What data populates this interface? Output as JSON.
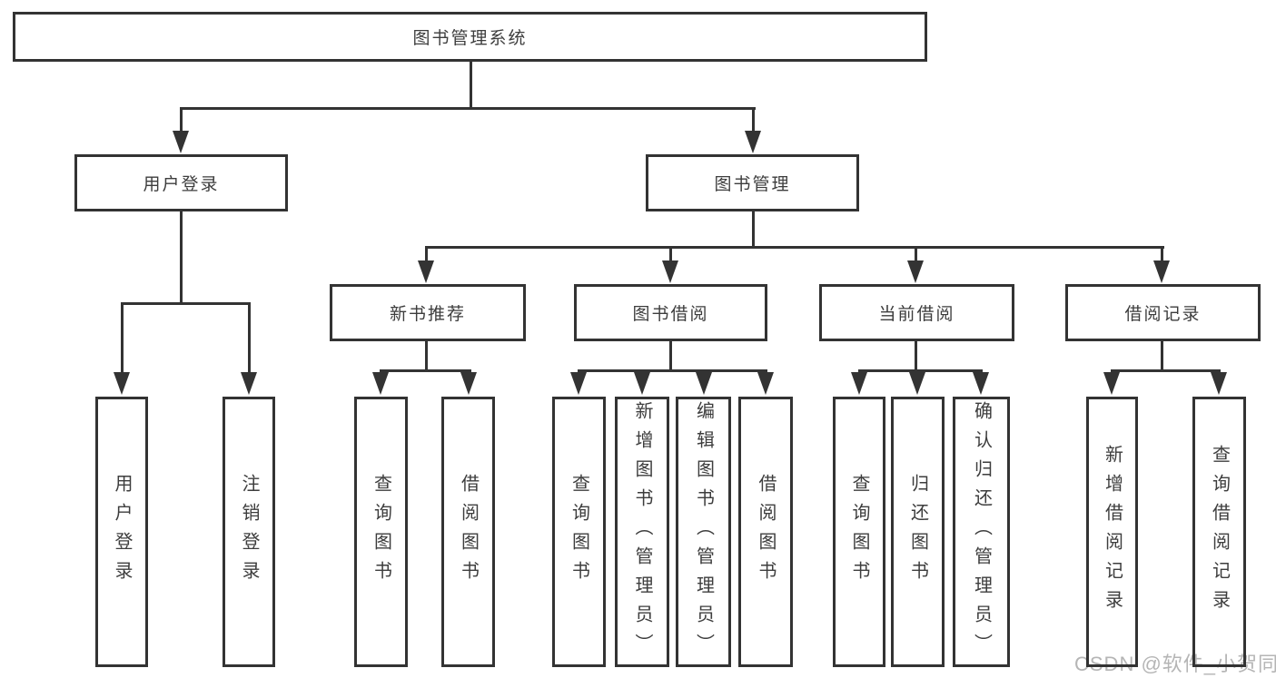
{
  "diagram": {
    "root": "图书管理系统",
    "branches": [
      {
        "label": "用户登录",
        "children": [
          "用户登录",
          "注销登录"
        ]
      },
      {
        "label": "图书管理",
        "children": [
          {
            "label": "新书推荐",
            "children": [
              "查询图书",
              "借阅图书"
            ]
          },
          {
            "label": "图书借阅",
            "children": [
              "查询图书",
              "新增图书（管理员）",
              "编辑图书（管理员）",
              "借阅图书"
            ]
          },
          {
            "label": "当前借阅",
            "children": [
              "查询图书",
              "归还图书",
              "确认归还（管理员）"
            ]
          },
          {
            "label": "借阅记录",
            "children": [
              "新增借阅记录",
              "查询借阅记录"
            ]
          }
        ]
      }
    ]
  },
  "watermark": "CSDN @软件_小贺同学",
  "colors": {
    "line": "#333333",
    "text": "#3d3d3d",
    "watermark": "#b5b5b5",
    "background": "#ffffff"
  }
}
